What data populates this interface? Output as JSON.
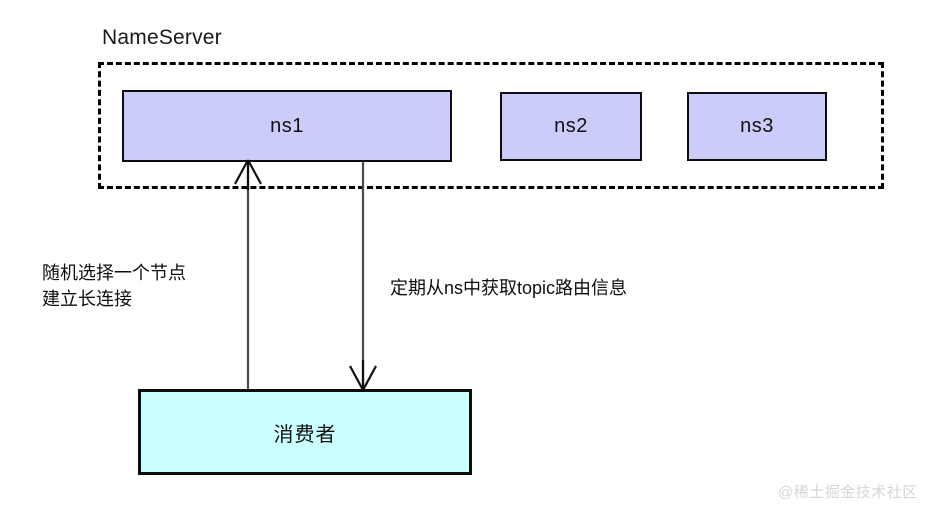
{
  "diagram": {
    "group": {
      "title": "NameServer"
    },
    "nodes": [
      {
        "id": "ns1",
        "label": "ns1"
      },
      {
        "id": "ns2",
        "label": "ns2"
      },
      {
        "id": "ns3",
        "label": "ns3"
      }
    ],
    "client": {
      "label": "消费者"
    },
    "edges": [
      {
        "id": "consumer-to-ns1",
        "direction": "up",
        "label_line1": "随机选择一个节点",
        "label_line2": "建立长连接"
      },
      {
        "id": "ns1-to-consumer",
        "direction": "down",
        "label_line1": "定期从ns中获取topic路由信息"
      }
    ],
    "watermark": "@稀土掘金技术社区",
    "colors": {
      "node_fill": "#ccccfa",
      "client_fill": "#ccffff",
      "stroke": "#0d0d0d",
      "group_border": "#000000",
      "watermark_text": "#d6d6d6"
    }
  }
}
